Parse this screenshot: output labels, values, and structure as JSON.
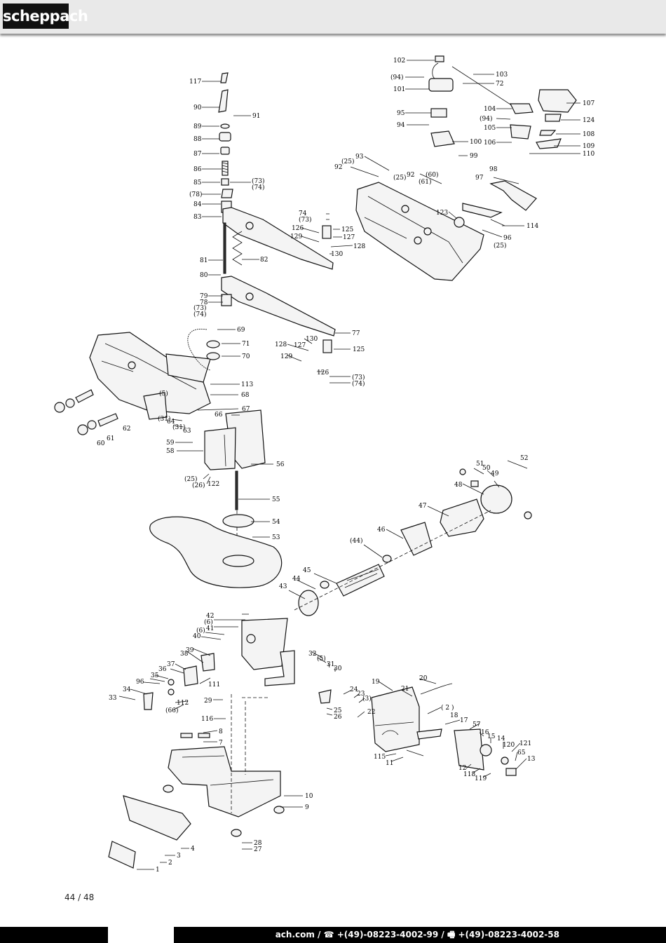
{
  "header": {
    "brand": "scheppach"
  },
  "footer": {
    "page_number": "44 / 48",
    "contact": "ach.com / ☎ +(49)-08223-4002-99 / 🖷 +(49)-08223-4002-58"
  },
  "diagram": {
    "labels": [
      {
        "id": "l117",
        "text": "117"
      },
      {
        "id": "l90",
        "text": "90"
      },
      {
        "id": "l91",
        "text": "91"
      },
      {
        "id": "l89",
        "text": "89"
      },
      {
        "id": "l88",
        "text": "88"
      },
      {
        "id": "l87",
        "text": "87"
      },
      {
        "id": "l86",
        "text": "86"
      },
      {
        "id": "l85",
        "text": "85"
      },
      {
        "id": "l73a",
        "text": "(73)"
      },
      {
        "id": "l74a",
        "text": "(74)"
      },
      {
        "id": "l78a",
        "text": "(78)"
      },
      {
        "id": "l84",
        "text": "84"
      },
      {
        "id": "l83",
        "text": "83"
      },
      {
        "id": "l81",
        "text": "81"
      },
      {
        "id": "l82",
        "text": "82"
      },
      {
        "id": "l80",
        "text": "80"
      },
      {
        "id": "l79",
        "text": "79"
      },
      {
        "id": "l78b",
        "text": "78"
      },
      {
        "id": "l73b",
        "text": "(73)"
      },
      {
        "id": "l74b",
        "text": "(74)"
      },
      {
        "id": "l74c",
        "text": "74"
      },
      {
        "id": "l73c",
        "text": "(73)"
      },
      {
        "id": "l126a",
        "text": "126"
      },
      {
        "id": "l129a",
        "text": "129"
      },
      {
        "id": "l125a",
        "text": "125"
      },
      {
        "id": "l127a",
        "text": "127"
      },
      {
        "id": "l128a",
        "text": "128"
      },
      {
        "id": "l130a",
        "text": "130"
      },
      {
        "id": "l77",
        "text": "77"
      },
      {
        "id": "l128b",
        "text": "128"
      },
      {
        "id": "l130b",
        "text": "130"
      },
      {
        "id": "l127b",
        "text": "127"
      },
      {
        "id": "l125b",
        "text": "125"
      },
      {
        "id": "l129b",
        "text": "129"
      },
      {
        "id": "l126b",
        "text": "126"
      },
      {
        "id": "l73d",
        "text": "(73)"
      },
      {
        "id": "l74d",
        "text": "(74)"
      },
      {
        "id": "l69",
        "text": "69"
      },
      {
        "id": "l71",
        "text": "71"
      },
      {
        "id": "l70",
        "text": "70"
      },
      {
        "id": "l113",
        "text": "113"
      },
      {
        "id": "l68",
        "text": "68"
      },
      {
        "id": "l5a",
        "text": "(5)"
      },
      {
        "id": "l67",
        "text": "67"
      },
      {
        "id": "l31a",
        "text": "(31)"
      },
      {
        "id": "l64",
        "text": "64"
      },
      {
        "id": "l31b",
        "text": "(31)"
      },
      {
        "id": "l63",
        "text": "63"
      },
      {
        "id": "l66",
        "text": "66"
      },
      {
        "id": "l62",
        "text": "62"
      },
      {
        "id": "l61",
        "text": "61"
      },
      {
        "id": "l60",
        "text": "60"
      },
      {
        "id": "l59",
        "text": "59"
      },
      {
        "id": "l58",
        "text": "58"
      },
      {
        "id": "l56",
        "text": "56"
      },
      {
        "id": "l25a",
        "text": "(25)"
      },
      {
        "id": "l26a",
        "text": "(26)"
      },
      {
        "id": "l122",
        "text": "122"
      },
      {
        "id": "l55",
        "text": "55"
      },
      {
        "id": "l54",
        "text": "54"
      },
      {
        "id": "l53",
        "text": "53"
      },
      {
        "id": "l102",
        "text": "102"
      },
      {
        "id": "l94a",
        "text": "(94)"
      },
      {
        "id": "l103",
        "text": "103"
      },
      {
        "id": "l72",
        "text": "72"
      },
      {
        "id": "l101",
        "text": "101"
      },
      {
        "id": "l107",
        "text": "107"
      },
      {
        "id": "l104",
        "text": "104"
      },
      {
        "id": "l95",
        "text": "95"
      },
      {
        "id": "l94b",
        "text": "(94)"
      },
      {
        "id": "l124",
        "text": "124"
      },
      {
        "id": "l94c",
        "text": "94"
      },
      {
        "id": "l105",
        "text": "105"
      },
      {
        "id": "l108",
        "text": "108"
      },
      {
        "id": "l100",
        "text": "100"
      },
      {
        "id": "l106",
        "text": "106"
      },
      {
        "id": "l109",
        "text": "109"
      },
      {
        "id": "l110",
        "text": "110"
      },
      {
        "id": "l93",
        "text": "93"
      },
      {
        "id": "l99",
        "text": "99"
      },
      {
        "id": "l25b",
        "text": "(25)"
      },
      {
        "id": "l92a",
        "text": "92"
      },
      {
        "id": "l92b",
        "text": "92"
      },
      {
        "id": "l60b",
        "text": "(60)"
      },
      {
        "id": "l25c",
        "text": "(25)"
      },
      {
        "id": "l61b",
        "text": "(61)"
      },
      {
        "id": "l98",
        "text": "98"
      },
      {
        "id": "l97",
        "text": "97"
      },
      {
        "id": "l123",
        "text": "123"
      },
      {
        "id": "l114",
        "text": "114"
      },
      {
        "id": "l96a",
        "text": "96"
      },
      {
        "id": "l25d",
        "text": "(25)"
      },
      {
        "id": "l52",
        "text": "52"
      },
      {
        "id": "l51",
        "text": "51"
      },
      {
        "id": "l50",
        "text": "50"
      },
      {
        "id": "l49",
        "text": "49"
      },
      {
        "id": "l48",
        "text": "48"
      },
      {
        "id": "l47",
        "text": "47"
      },
      {
        "id": "l46",
        "text": "46"
      },
      {
        "id": "l44a",
        "text": "(44)"
      },
      {
        "id": "l45",
        "text": "45"
      },
      {
        "id": "l44b",
        "text": "44"
      },
      {
        "id": "l43",
        "text": "43"
      },
      {
        "id": "l42",
        "text": "42"
      },
      {
        "id": "l6a",
        "text": "(6)"
      },
      {
        "id": "l41",
        "text": "41"
      },
      {
        "id": "l6b",
        "text": "(6)"
      },
      {
        "id": "l40",
        "text": "40"
      },
      {
        "id": "l39",
        "text": "39"
      },
      {
        "id": "l38",
        "text": "38"
      },
      {
        "id": "l37",
        "text": "37"
      },
      {
        "id": "l36",
        "text": "36"
      },
      {
        "id": "l35",
        "text": "35"
      },
      {
        "id": "l96b",
        "text": "96"
      },
      {
        "id": "l34",
        "text": "34"
      },
      {
        "id": "l33",
        "text": "33"
      },
      {
        "id": "l111",
        "text": "111"
      },
      {
        "id": "l112",
        "text": "112"
      },
      {
        "id": "l66b",
        "text": "(66)"
      },
      {
        "id": "l32",
        "text": "32"
      },
      {
        "id": "l5b",
        "text": "(5)"
      },
      {
        "id": "l31c",
        "text": "31"
      },
      {
        "id": "l30",
        "text": "30"
      },
      {
        "id": "l29",
        "text": "29"
      },
      {
        "id": "l116",
        "text": "116"
      },
      {
        "id": "l8",
        "text": "8"
      },
      {
        "id": "l7",
        "text": "7"
      },
      {
        "id": "l24",
        "text": "24"
      },
      {
        "id": "l23",
        "text": "23"
      },
      {
        "id": "l3a",
        "text": "(3)"
      },
      {
        "id": "l25e",
        "text": "25"
      },
      {
        "id": "l26b",
        "text": "26"
      },
      {
        "id": "l22",
        "text": "22"
      },
      {
        "id": "l19",
        "text": "19"
      },
      {
        "id": "l21",
        "text": "21"
      },
      {
        "id": "l20",
        "text": "20"
      },
      {
        "id": "l2a",
        "text": "( 2 )"
      },
      {
        "id": "l18",
        "text": "18"
      },
      {
        "id": "l17",
        "text": "17"
      },
      {
        "id": "l57",
        "text": "57"
      },
      {
        "id": "l16",
        "text": "16"
      },
      {
        "id": "l15",
        "text": "15"
      },
      {
        "id": "l14",
        "text": "14"
      },
      {
        "id": "l120",
        "text": "120"
      },
      {
        "id": "l121",
        "text": "121"
      },
      {
        "id": "l65",
        "text": "65"
      },
      {
        "id": "l13",
        "text": "13"
      },
      {
        "id": "l115",
        "text": "115"
      },
      {
        "id": "l11",
        "text": "11"
      },
      {
        "id": "l12",
        "text": "12"
      },
      {
        "id": "l118",
        "text": "118"
      },
      {
        "id": "l119",
        "text": "119"
      },
      {
        "id": "l10",
        "text": "10"
      },
      {
        "id": "l9",
        "text": "9"
      },
      {
        "id": "l28",
        "text": "28"
      },
      {
        "id": "l27",
        "text": "27"
      },
      {
        "id": "l4",
        "text": "4"
      },
      {
        "id": "l3b",
        "text": "3"
      },
      {
        "id": "l2b",
        "text": "2"
      },
      {
        "id": "l1",
        "text": "1"
      }
    ]
  }
}
